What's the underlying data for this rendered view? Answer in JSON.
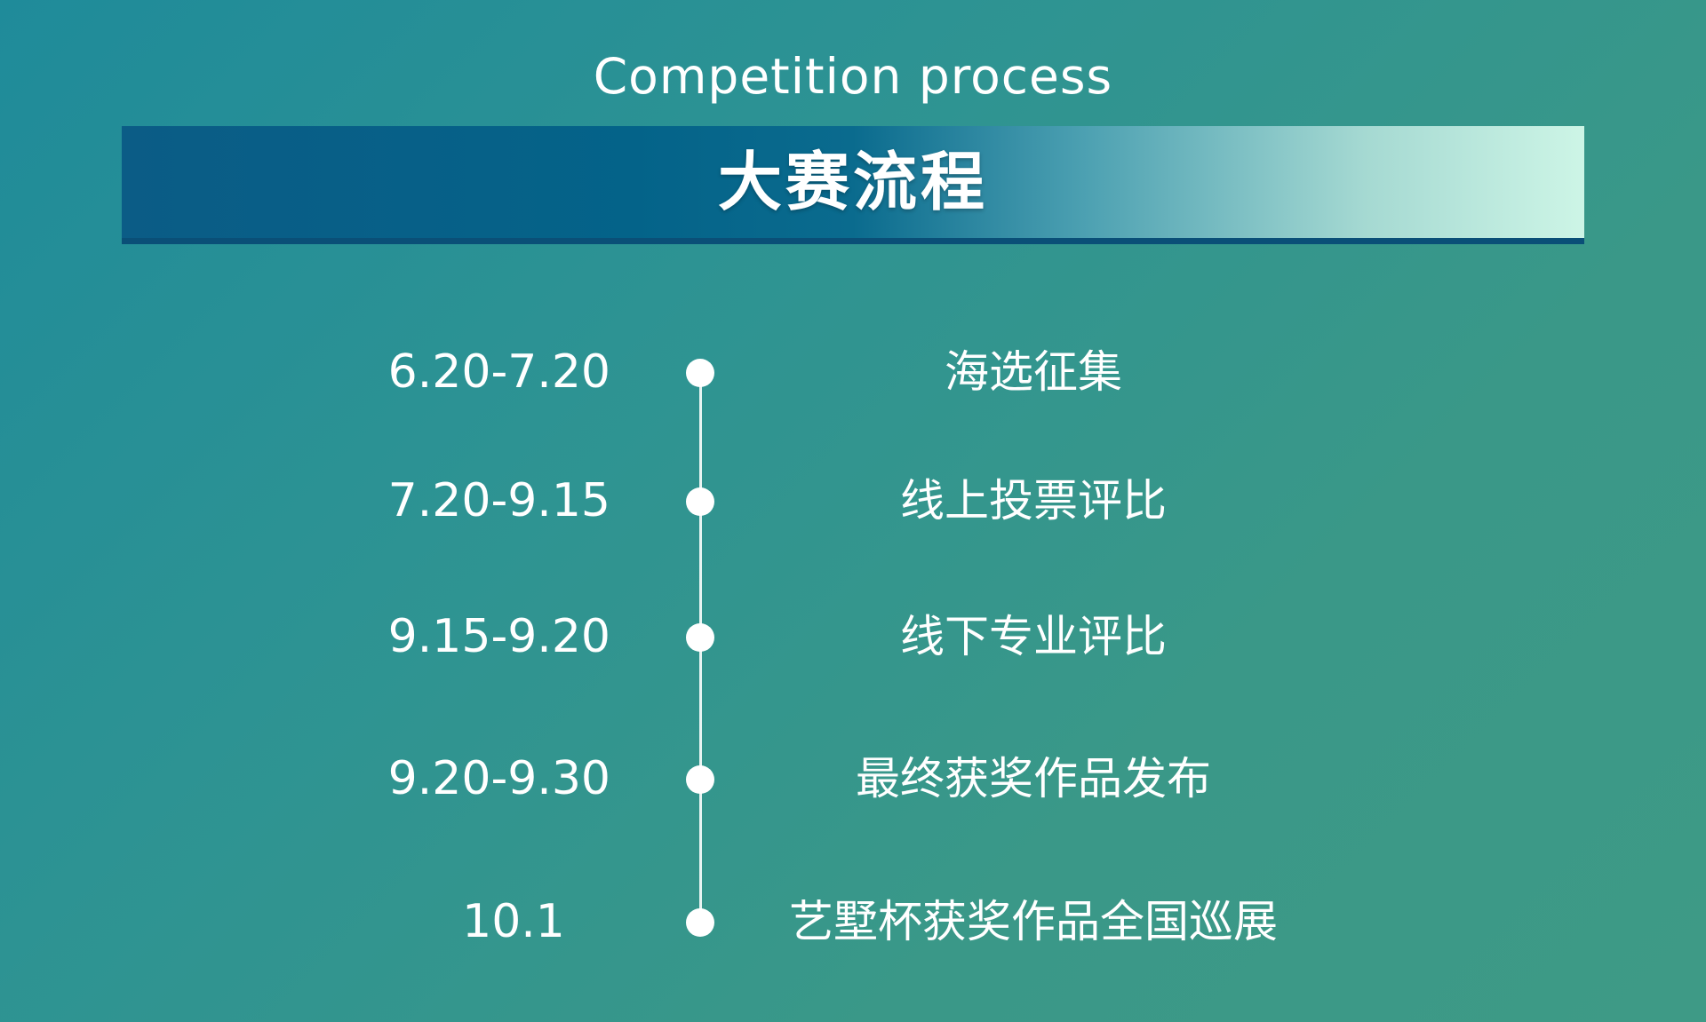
{
  "header": {
    "subtitle": "Competition process",
    "title": "大赛流程"
  },
  "timeline": {
    "items": [
      {
        "date": "6.20-7.20",
        "event": "海选征集"
      },
      {
        "date": "7.20-9.15",
        "event": "线上投票评比"
      },
      {
        "date": "9.15-9.20",
        "event": "线下专业评比"
      },
      {
        "date": "9.20-9.30",
        "event": "最终获奖作品发布"
      },
      {
        "date": "10.1",
        "event": "艺墅杯获奖作品全国巡展"
      }
    ]
  },
  "colors": {
    "background": "#2d9393",
    "banner_dark": "#046389",
    "banner_light": "#cdf5e6",
    "banner_border": "#0a4f77",
    "text": "#ffffff"
  }
}
